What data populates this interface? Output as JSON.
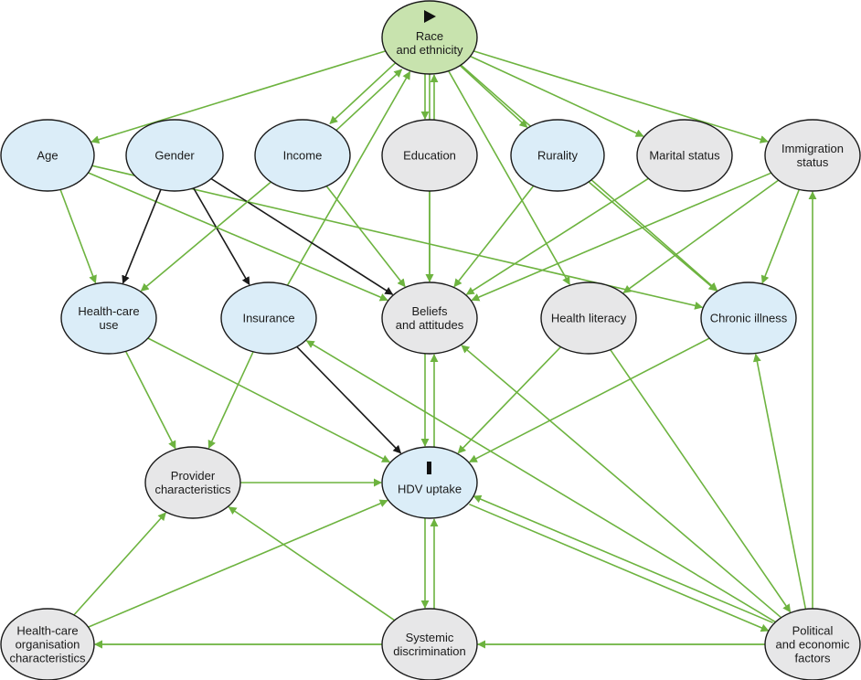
{
  "colors": {
    "exposure_fill": "#c8e3ae",
    "blue_fill": "#dbedf8",
    "grey_fill": "#e7e7e8",
    "green_edge": "#6db33f",
    "black_edge": "#1a1a1a",
    "node_stroke": "#1a1a1a"
  },
  "nodes": {
    "race": {
      "lines": [
        "Race",
        "and ethnicity"
      ],
      "fill": "exposure",
      "marker": "play-triangle-icon"
    },
    "age": {
      "lines": [
        "Age"
      ],
      "fill": "blue"
    },
    "gender": {
      "lines": [
        "Gender"
      ],
      "fill": "blue"
    },
    "income": {
      "lines": [
        "Income"
      ],
      "fill": "blue"
    },
    "education": {
      "lines": [
        "Education"
      ],
      "fill": "grey"
    },
    "rurality": {
      "lines": [
        "Rurality"
      ],
      "fill": "blue"
    },
    "marital": {
      "lines": [
        "Marital status"
      ],
      "fill": "grey"
    },
    "immigration": {
      "lines": [
        "Immigration",
        "status"
      ],
      "fill": "grey"
    },
    "hcuse": {
      "lines": [
        "Health-care",
        "use"
      ],
      "fill": "blue"
    },
    "insurance": {
      "lines": [
        "Insurance"
      ],
      "fill": "blue"
    },
    "beliefs": {
      "lines": [
        "Beliefs",
        "and attitudes"
      ],
      "fill": "grey"
    },
    "literacy": {
      "lines": [
        "Health literacy"
      ],
      "fill": "grey"
    },
    "chronic": {
      "lines": [
        "Chronic illness"
      ],
      "fill": "blue"
    },
    "provider": {
      "lines": [
        "Provider",
        "characteristics"
      ],
      "fill": "grey"
    },
    "hdv": {
      "lines": [
        "HDV uptake"
      ],
      "fill": "blue",
      "marker": "outcome-bar-icon"
    },
    "hcorg": {
      "lines": [
        "Health-care",
        "organisation",
        "characteristics"
      ],
      "fill": "grey"
    },
    "systemic": {
      "lines": [
        "Systemic",
        "discrimination"
      ],
      "fill": "grey"
    },
    "political": {
      "lines": [
        "Political",
        "and economic",
        "factors"
      ],
      "fill": "grey"
    }
  },
  "edges": [
    {
      "from": "race",
      "to": "age",
      "color": "green"
    },
    {
      "from": "race",
      "to": "income",
      "color": "green"
    },
    {
      "from": "income",
      "to": "race",
      "color": "green"
    },
    {
      "from": "race",
      "to": "education",
      "color": "green"
    },
    {
      "from": "race",
      "to": "rurality",
      "color": "green"
    },
    {
      "from": "race",
      "to": "marital",
      "color": "green"
    },
    {
      "from": "race",
      "to": "immigration",
      "color": "green"
    },
    {
      "from": "race",
      "to": "literacy",
      "color": "green"
    },
    {
      "from": "race",
      "to": "chronic",
      "color": "green"
    },
    {
      "from": "insurance",
      "to": "race",
      "color": "green"
    },
    {
      "from": "education",
      "to": "race",
      "color": "green"
    },
    {
      "from": "race",
      "to": "beliefs",
      "color": "green"
    },
    {
      "from": "age",
      "to": "hcuse",
      "color": "green"
    },
    {
      "from": "age",
      "to": "beliefs",
      "color": "green"
    },
    {
      "from": "age",
      "to": "chronic",
      "color": "green"
    },
    {
      "from": "gender",
      "to": "hcuse",
      "color": "black"
    },
    {
      "from": "gender",
      "to": "insurance",
      "color": "black"
    },
    {
      "from": "gender",
      "to": "beliefs",
      "color": "black"
    },
    {
      "from": "income",
      "to": "hcuse",
      "color": "green"
    },
    {
      "from": "income",
      "to": "beliefs",
      "color": "green"
    },
    {
      "from": "education",
      "to": "beliefs",
      "color": "green"
    },
    {
      "from": "rurality",
      "to": "beliefs",
      "color": "green"
    },
    {
      "from": "rurality",
      "to": "chronic",
      "color": "green"
    },
    {
      "from": "marital",
      "to": "beliefs",
      "color": "green"
    },
    {
      "from": "immigration",
      "to": "beliefs",
      "color": "green"
    },
    {
      "from": "immigration",
      "to": "literacy",
      "color": "green"
    },
    {
      "from": "immigration",
      "to": "chronic",
      "color": "green"
    },
    {
      "from": "hcuse",
      "to": "provider",
      "color": "green"
    },
    {
      "from": "hcuse",
      "to": "hdv",
      "color": "green"
    },
    {
      "from": "insurance",
      "to": "provider",
      "color": "green"
    },
    {
      "from": "insurance",
      "to": "hdv",
      "color": "black"
    },
    {
      "from": "beliefs",
      "to": "hdv",
      "color": "green"
    },
    {
      "from": "hdv",
      "to": "beliefs",
      "color": "green"
    },
    {
      "from": "literacy",
      "to": "hdv",
      "color": "green"
    },
    {
      "from": "chronic",
      "to": "hdv",
      "color": "green"
    },
    {
      "from": "provider",
      "to": "hdv",
      "color": "green"
    },
    {
      "from": "hcorg",
      "to": "provider",
      "color": "green"
    },
    {
      "from": "hcorg",
      "to": "hdv",
      "color": "green"
    },
    {
      "from": "systemic",
      "to": "hdv",
      "color": "green"
    },
    {
      "from": "hdv",
      "to": "systemic",
      "color": "green"
    },
    {
      "from": "systemic",
      "to": "provider",
      "color": "green"
    },
    {
      "from": "systemic",
      "to": "hcorg",
      "color": "green"
    },
    {
      "from": "political",
      "to": "systemic",
      "color": "green"
    },
    {
      "from": "political",
      "to": "hcorg",
      "color": "green"
    },
    {
      "from": "political",
      "to": "hdv",
      "color": "green"
    },
    {
      "from": "political",
      "to": "beliefs",
      "color": "green"
    },
    {
      "from": "political",
      "to": "insurance",
      "color": "green"
    },
    {
      "from": "political",
      "to": "chronic",
      "color": "green"
    },
    {
      "from": "political",
      "to": "immigration",
      "color": "green"
    },
    {
      "from": "literacy",
      "to": "political",
      "color": "green"
    },
    {
      "from": "hdv",
      "to": "political",
      "color": "green"
    }
  ]
}
